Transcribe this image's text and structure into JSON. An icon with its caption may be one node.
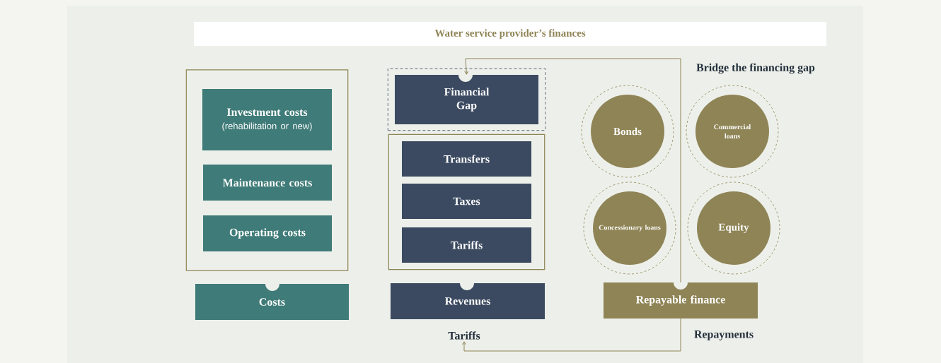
{
  "diagram": {
    "title": "Water service provider’s finances",
    "nodes": [
      {
        "text": [],
        "shape": "box"
      },
      {
        "text": [
          "Investment costs",
          "(rehabilitation or new)"
        ],
        "in": 0
      },
      {
        "text": [
          "Maintenance costs"
        ],
        "in": 0
      },
      {
        "text": [
          "Operating costs"
        ],
        "in": 0
      },
      {
        "text": [
          "Costs"
        ]
      },
      {
        "text": [],
        "shape": "box"
      },
      {
        "text": [
          "Financial Gap"
        ],
        "in": 5
      },
      {
        "text": [],
        "shape": "box"
      },
      {
        "text": [
          "Transfers"
        ],
        "in": 7
      },
      {
        "text": [
          "Taxes"
        ],
        "in": 7
      },
      {
        "text": [
          "Tariffs"
        ],
        "in": 7
      },
      {
        "text": [
          "Revenues"
        ]
      },
      {
        "text": [
          "Bonds"
        ]
      },
      {
        "text": [
          "Commercial loans"
        ]
      },
      {
        "text": [
          "Concessionary loans"
        ]
      },
      {
        "text": [
          "Equity"
        ]
      },
      {
        "text": [
          "Repayable finance"
        ]
      },
      {
        "text": [
          "Tariffs"
        ]
      }
    ],
    "edges": [
      {
        "from": 16,
        "to": 6,
        "arrow": "to",
        "label": "Bridge the financing gap"
      },
      {
        "from": 16,
        "to": 17,
        "arrow": "to",
        "label": "Repayments"
      }
    ]
  }
}
